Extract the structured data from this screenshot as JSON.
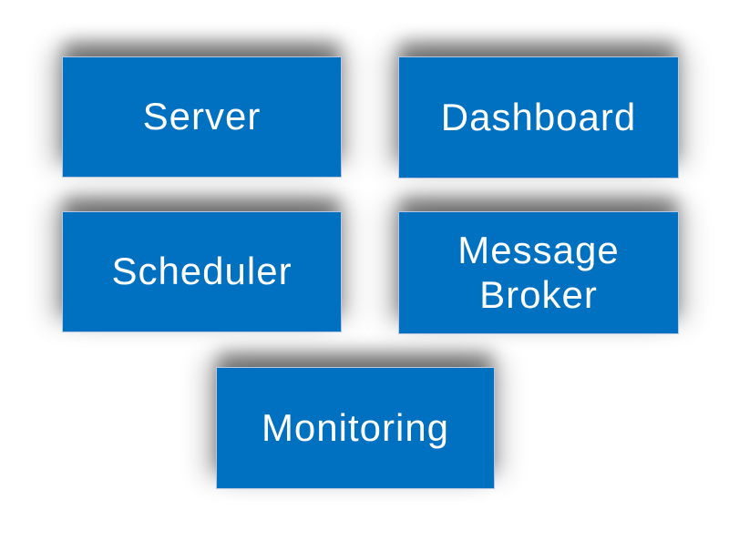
{
  "canvas": {
    "background_color": "#ffffff"
  },
  "diagram": {
    "box_fill_color": "#0070c0",
    "box_border_color": "#b7c8e0",
    "text_color": "#ffffff",
    "shadow_color": "#9a9a9a",
    "nodes": [
      {
        "id": "server",
        "label": "Server"
      },
      {
        "id": "dashboard",
        "label": "Dashboard"
      },
      {
        "id": "scheduler",
        "label": "Scheduler"
      },
      {
        "id": "message-broker",
        "label": "Message Broker"
      },
      {
        "id": "monitoring",
        "label": "Monitoring"
      }
    ]
  }
}
